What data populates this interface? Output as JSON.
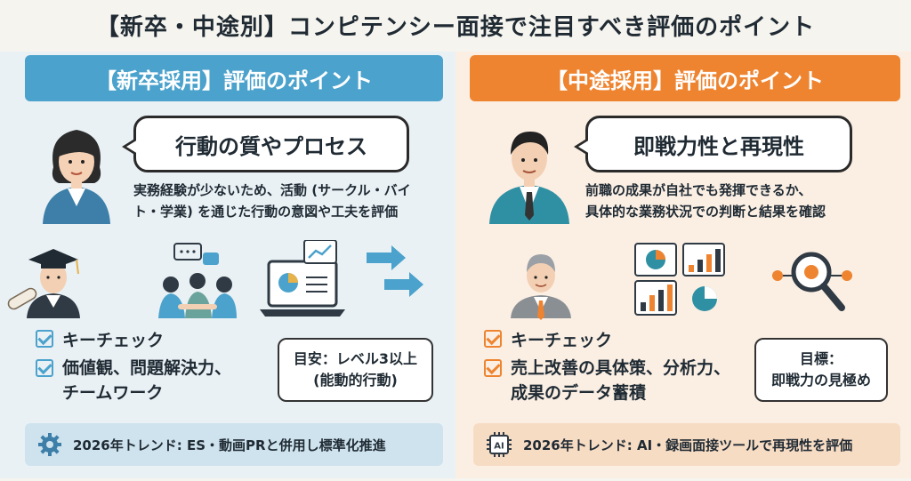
{
  "title": "【新卒・中途別】コンピテンシー面接で注目すべき評価のポイント",
  "left": {
    "header": "【新卒採用】評価のポイント",
    "bubble": "行動の質やプロセス",
    "desc_line1": "実務経験が少ないため、活動 (サークル・バイ",
    "desc_line2": "ト・学業) を通じた行動の意図や工夫を評価",
    "check_title": "キーチェック",
    "check_line1": "価値観、問題解決力、",
    "check_line2": "チームワーク",
    "goal_line1": "目安：レベル3以上",
    "goal_line2": "(能動的行動)",
    "trend": "2026年トレンド: ES・動画PRと併用し標準化推進",
    "accent": "#4ba2cc"
  },
  "right": {
    "header": "【中途採用】評価のポイント",
    "bubble": "即戦力性と再現性",
    "desc_line1": "前職の成果が自社でも発揮できるか、",
    "desc_line2": "具体的な業務状況での判断と結果を確認",
    "check_title": "キーチェック",
    "check_line1": "売上改善の具体策、分析力、",
    "check_line2": "成果のデータ蓄積",
    "goal_line1": "目標：",
    "goal_line2": "即戦力の見極め",
    "trend": "2026年トレンド: AI・録画面接ツールで再現性を評価",
    "ai_label": "AI",
    "accent": "#ee8430"
  }
}
